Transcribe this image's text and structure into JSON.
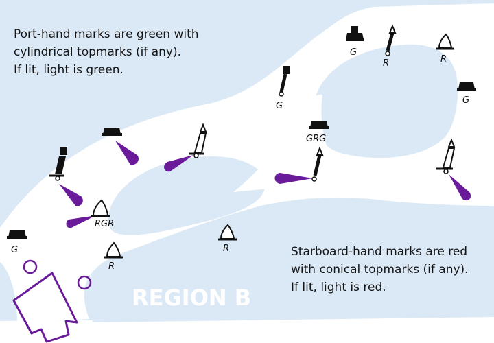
{
  "notes": {
    "port": "Port-hand marks are green with\ncylindrical topmarks (if any).\nIf lit, light is green.",
    "starboard": "Starboard-hand marks are red\nwith conical topmarks (if any).\nIf lit, light is red."
  },
  "region_label": "REGION B",
  "mark_labels": {
    "g_top": "G",
    "r_spar_top": "R",
    "r_top_right": "R",
    "g_pillar_mid": "G",
    "g_can_right": "G",
    "grg": "GRG",
    "rgr": "RGR",
    "g_bottom_left": "G",
    "r_bottom": "R",
    "r_center": "R"
  },
  "colors": {
    "water": "#dbe9f6",
    "channel": "#ffffff",
    "mark": "#111111",
    "light_flare": "#6a1b9a",
    "arrow": "#6a1b9a"
  }
}
